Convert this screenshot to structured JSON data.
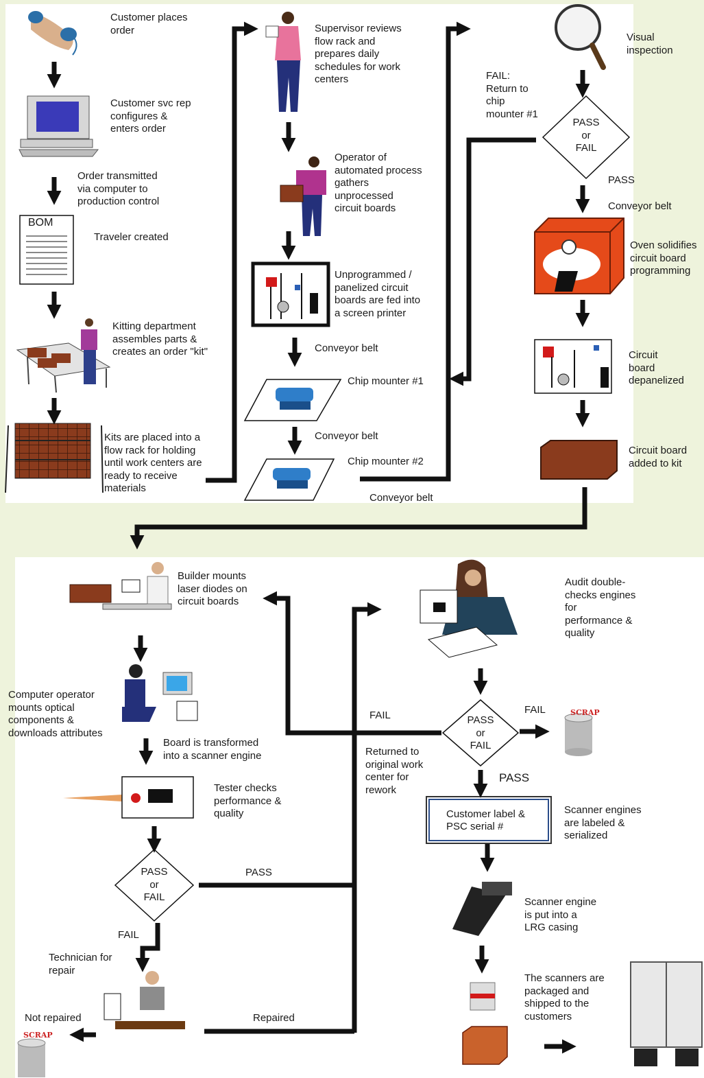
{
  "colors": {
    "background": "#eef3dc",
    "panel": "#ffffff",
    "line": "#111111",
    "scrap": "#cc2222"
  },
  "top": {
    "col1": {
      "s1": "Customer places\norder",
      "s2": "Customer svc rep\nconfigures &\nenters order",
      "s3": "Order transmitted\nvia computer to\nproduction control",
      "bom": "BOM",
      "s4": "Traveler created",
      "s5": "Kitting department\nassembles parts &\ncreates an order \"kit\"",
      "s6": "Kits are placed into a\nflow rack for holding\nuntil work centers are\nready to receive\nmaterials"
    },
    "col2": {
      "s1": "Supervisor reviews\nflow rack and\nprepares daily\nschedules for work\ncenters",
      "s2": "Operator of\nautomated process\ngathers\nunprocessed\ncircuit boards",
      "s3": "Unprogrammed /\npanelized circuit\nboards are fed into\na screen printer",
      "belt1": "Conveyor belt",
      "chip1": "Chip mounter #1",
      "belt2": "Conveyor belt",
      "chip2": "Chip mounter #2",
      "belt3": "Conveyor belt"
    },
    "col3": {
      "s1": "Visual\ninspection",
      "fail_note": "FAIL:\nReturn to\nchip\nmounter #1",
      "decision": "PASS\nor\nFAIL",
      "pass": "PASS",
      "belt": "Conveyor belt",
      "s2": "Oven solidifies\ncircuit board\nprogramming",
      "s3": "Circuit\nboard\ndepanelized",
      "s4": "Circuit board\nadded to kit"
    }
  },
  "bottom": {
    "left": {
      "s1": "Builder mounts\nlaser diodes on\ncircuit boards",
      "s2": "Computer operator\nmounts optical\ncomponents &\ndownloads attributes",
      "s3": "Board is transformed\ninto a scanner engine",
      "s4": "Tester checks\nperformance &\nquality",
      "decision": "PASS\nor\nFAIL",
      "pass": "PASS",
      "fail": "FAIL",
      "tech": "Technician for\nrepair",
      "not_repaired": "Not repaired",
      "repaired": "Repaired",
      "scrap": "SCRAP"
    },
    "middle": {
      "fail": "FAIL",
      "returned": "Returned to\noriginal work\ncenter for\nrework"
    },
    "right": {
      "s1": "Audit double-\nchecks engines\nfor\nperformance &\nquality",
      "decision": "PASS\nor\nFAIL",
      "fail": "FAIL",
      "scrap": "SCRAP",
      "pass": "PASS",
      "label_box": "Customer label &\nPSC serial #",
      "s2": "Scanner engines\nare labeled &\nserialized",
      "s3": "Scanner engine\nis put into a\nLRG casing",
      "s4": "The scanners are\npackaged and\nshipped to the\ncustomers"
    }
  }
}
